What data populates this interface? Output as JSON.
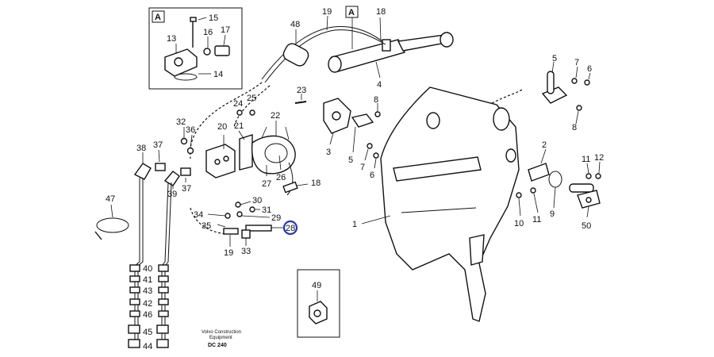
{
  "detail_a": {
    "tag": "A"
  },
  "cylinder_tag": "A",
  "credit": {
    "line1": "Volvo Construction",
    "line2": "Equipment",
    "code": "DC 240"
  },
  "callouts": {
    "c1": "1",
    "c2": "2",
    "c3": "3",
    "c4": "4",
    "c5a": "5",
    "c5b": "5",
    "c6a": "6",
    "c6b": "6",
    "c7a": "7",
    "c7b": "7",
    "c8a": "8",
    "c8b": "8",
    "c9": "9",
    "c10": "10",
    "c11a": "11",
    "c11b": "11",
    "c12": "12",
    "c13": "13",
    "c14": "14",
    "c15": "15",
    "c16": "16",
    "c17": "17",
    "c18a": "18",
    "c18b": "18",
    "c19a": "19",
    "c19b": "19",
    "c20": "20",
    "c21": "21",
    "c22": "22",
    "c23": "23",
    "c24": "24",
    "c25": "25",
    "c26": "26",
    "c27": "27",
    "c28": "28",
    "c29": "29",
    "c30": "30",
    "c31": "31",
    "c32": "32",
    "c33": "33",
    "c34": "34",
    "c35": "35",
    "c36": "36",
    "c37a": "37",
    "c37b": "37",
    "c38": "38",
    "c39": "39",
    "c40": "40",
    "c41": "41",
    "c42": "42",
    "c43": "43",
    "c44": "44",
    "c45": "45",
    "c46": "46",
    "c47": "47",
    "c48": "48",
    "c49": "49",
    "c50": "50"
  },
  "highlighted_callout": "28",
  "colors": {
    "highlight": "#2236b8",
    "ink": "#111111"
  }
}
